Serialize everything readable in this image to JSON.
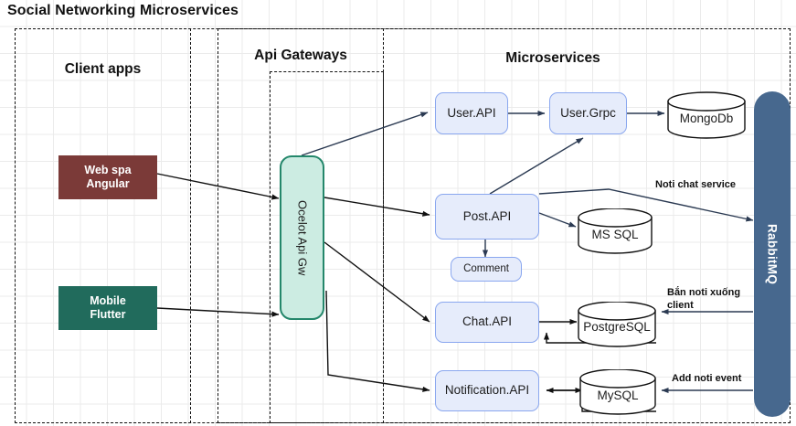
{
  "title": "Social Networking Microservices",
  "zones": [
    {
      "id": "client-apps",
      "label": "Client apps"
    },
    {
      "id": "api-gateways",
      "label": "Api Gateways"
    },
    {
      "id": "microservices",
      "label": "Microservices"
    }
  ],
  "clients": [
    {
      "id": "web-spa-angular",
      "label": "Web spa\nAngular",
      "color": "#7b3a38"
    },
    {
      "id": "mobile-flutter",
      "label": "Mobile\nFlutter",
      "color": "#216b5c"
    }
  ],
  "gateway": {
    "id": "ocelot-api-gw",
    "label": "Ocelot Api Gw",
    "fill": "#ccece2",
    "stroke": "#24876b"
  },
  "services": [
    {
      "id": "user-api",
      "label": "User.API"
    },
    {
      "id": "user-grpc",
      "label": "User.Grpc"
    },
    {
      "id": "post-api",
      "label": "Post.API"
    },
    {
      "id": "comment",
      "label": "Comment"
    },
    {
      "id": "chat-api",
      "label": "Chat.API"
    },
    {
      "id": "notification-api",
      "label": "Notification.API"
    }
  ],
  "databases": [
    {
      "id": "mongodb",
      "label": "MongoDb"
    },
    {
      "id": "ms-sql",
      "label": "MS SQL"
    },
    {
      "id": "postgresql",
      "label": "PostgreSQL"
    },
    {
      "id": "mysql",
      "label": "MySQL"
    }
  ],
  "broker": {
    "id": "rabbitmq",
    "label": "RabbitMQ",
    "color": "#47688e"
  },
  "edge_labels": [
    {
      "id": "noti-chat-service",
      "text": "Noti chat service"
    },
    {
      "id": "ban-noti-xuong-client",
      "text": "Bắn noti xuống\nclient"
    },
    {
      "id": "add-noti-event",
      "text": "Add noti event"
    }
  ]
}
